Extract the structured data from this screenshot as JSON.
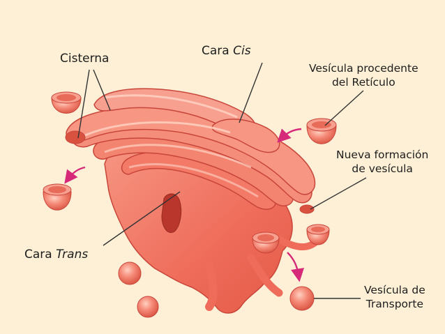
{
  "labels": {
    "cisterna": "Cisterna",
    "cara_cis_prefix": "Cara",
    "cara_cis_italic": "Cis",
    "vesicula_retic_1": "Vesícula procedente",
    "vesicula_retic_2": "del Retículo",
    "nueva_1": "Nueva formación",
    "nueva_2": "de vesícula",
    "cara_trans_prefix": "Cara",
    "cara_trans_italic": "Trans",
    "transporte_1": "Vesícula de",
    "transporte_2": "Transporte"
  },
  "colors": {
    "background": "#fdf0d6",
    "organelle_fill": "#f07262",
    "organelle_light": "#f7a090",
    "organelle_dark": "#c8453a",
    "arrow": "#d6297a",
    "leader_line": "#333333"
  }
}
